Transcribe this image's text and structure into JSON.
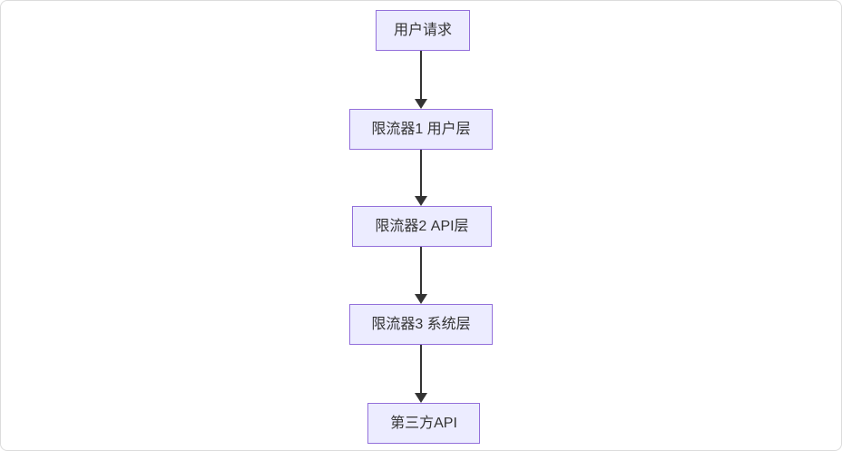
{
  "diagram": {
    "type": "flowchart",
    "direction": "top-down",
    "nodes": [
      {
        "id": "user-request",
        "label": "用户请求"
      },
      {
        "id": "rate-limiter-1-user",
        "label": "限流器1 用户层"
      },
      {
        "id": "rate-limiter-2-api",
        "label": "限流器2 API层"
      },
      {
        "id": "rate-limiter-3-sys",
        "label": "限流器3 系统层"
      },
      {
        "id": "third-party-api",
        "label": "第三方API"
      }
    ],
    "edges": [
      {
        "from": "user-request",
        "to": "rate-limiter-1-user",
        "style": "solid-arrow"
      },
      {
        "from": "rate-limiter-1-user",
        "to": "rate-limiter-2-api",
        "style": "solid-arrow"
      },
      {
        "from": "rate-limiter-2-api",
        "to": "rate-limiter-3-sys",
        "style": "solid-arrow"
      },
      {
        "from": "rate-limiter-3-sys",
        "to": "third-party-api",
        "style": "solid-arrow"
      }
    ],
    "colors": {
      "node_fill": "#ECECFF",
      "node_border": "#9370DB",
      "arrow": "#333333",
      "text": "#333333",
      "frame_border": "#dcdcdc",
      "background": "#ffffff"
    }
  }
}
